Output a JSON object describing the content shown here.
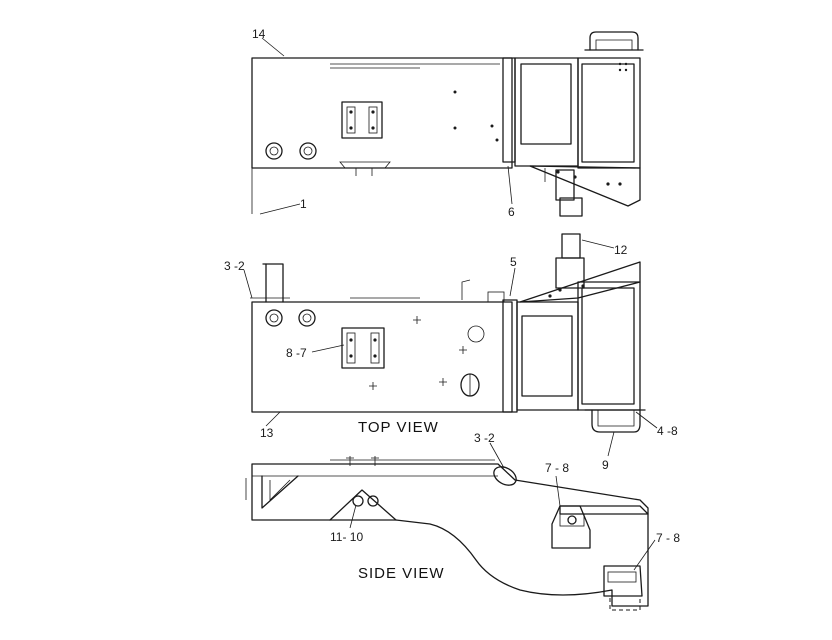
{
  "views": {
    "top_label": "TOP VIEW",
    "side_label": "SIDE VIEW"
  },
  "callouts": {
    "c14": "14",
    "c1": "1",
    "c6": "6",
    "c12": "12",
    "c5": "5",
    "c3_2_top": "3 -2",
    "c8_7": "8 -7",
    "c13": "13",
    "c4_8": "4 -8",
    "c9": "9",
    "c3_2_side": "3 -2",
    "c7_8_a": "7 - 8",
    "c7_8_b": "7 - 8",
    "c11_10": "11- 10"
  }
}
